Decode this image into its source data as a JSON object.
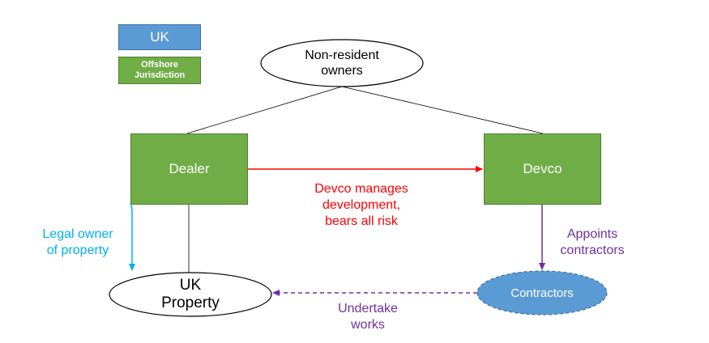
{
  "legend": {
    "uk": "UK",
    "offshore_line1": "Offshore",
    "offshore_line2": "Jurisdiction"
  },
  "nodes": {
    "non_resident_line1": "Non-resident",
    "non_resident_line2": "owners",
    "dealer": "Dealer",
    "devco": "Devco",
    "uk_property_line1": "UK",
    "uk_property_line2": "Property",
    "contractors": "Contractors"
  },
  "labels": {
    "devco_manages_line1": "Devco manages",
    "devco_manages_line2": "development,",
    "devco_manages_line3": "bears all risk",
    "legal_owner_line1": "Legal owner",
    "legal_owner_line2": "of property",
    "appoints_line1": "Appoints",
    "appoints_line2": "contractors",
    "undertake_line1": "Undertake",
    "undertake_line2": "works"
  },
  "colors": {
    "uk_blue": "#5b9bd5",
    "offshore_green": "#70ad47",
    "red_arrow": "#ff0000",
    "cyan_arrow": "#00b0f0",
    "purple_arrow": "#7030a0"
  }
}
